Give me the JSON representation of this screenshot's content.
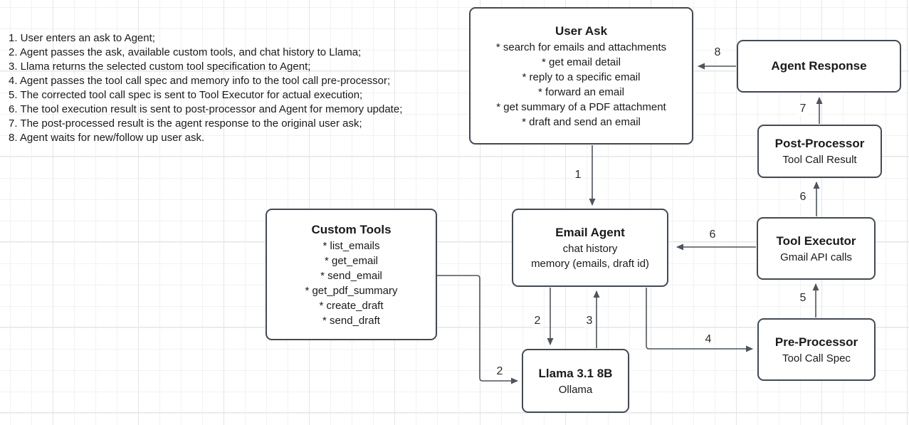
{
  "colors": {
    "box_border": "#434a54",
    "arrow": "#4d545c",
    "text": "#1a1a1a",
    "grid_minor": "#f2f2f2",
    "grid_major": "#e5e5e5",
    "background": "#ffffff"
  },
  "steps": [
    "1. User enters an ask to Agent;",
    "2. Agent passes the ask, available custom tools, and chat history to Llama;",
    "3. Llama returns the selected custom tool specification to Agent;",
    "4. Agent passes the tool call spec and memory info to the tool call pre-processor;",
    "5. The corrected tool call spec is sent to Tool Executor for actual execution;",
    "6. The tool execution result is sent to post-processor and Agent for memory update;",
    "7. The post-processed result is the agent response to the original user ask;",
    "8. Agent waits for new/follow up user ask."
  ],
  "nodes": {
    "user_ask": {
      "title": "User Ask",
      "lines": [
        "* search for emails and attachments",
        "* get email detail",
        "* reply to a specific email",
        "* forward an email",
        "* get summary of a PDF attachment",
        "* draft and send an email"
      ]
    },
    "agent_response": {
      "title": "Agent Response"
    },
    "post_processor": {
      "title": "Post-Processor",
      "subtitle": "Tool Call Result"
    },
    "tool_executor": {
      "title": "Tool Executor",
      "subtitle": "Gmail API calls"
    },
    "pre_processor": {
      "title": "Pre-Processor",
      "subtitle": "Tool Call Spec"
    },
    "email_agent": {
      "title": "Email Agent",
      "lines": [
        "chat history",
        "memory (emails, draft id)"
      ]
    },
    "custom_tools": {
      "title": "Custom Tools",
      "lines": [
        "* list_emails",
        "* get_email",
        "* send_email",
        "* get_pdf_summary",
        "* create_draft",
        "* send_draft"
      ]
    },
    "llama": {
      "title": "Llama 3.1 8B",
      "subtitle": "Ollama"
    }
  },
  "edges": [
    {
      "label": "1"
    },
    {
      "label": "2"
    },
    {
      "label": "3"
    },
    {
      "label": "2"
    },
    {
      "label": "4"
    },
    {
      "label": "5"
    },
    {
      "label": "6"
    },
    {
      "label": "6"
    },
    {
      "label": "7"
    },
    {
      "label": "8"
    }
  ]
}
